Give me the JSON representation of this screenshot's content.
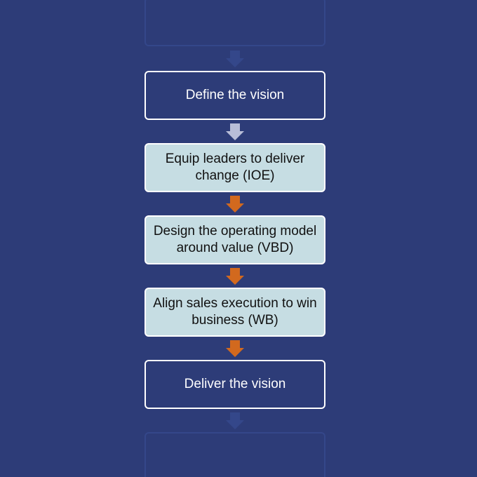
{
  "flow": {
    "steps": [
      {
        "label": "Define the vision"
      },
      {
        "label": "Equip leaders to deliver change (IOE)"
      },
      {
        "label": "Design the operating model around value (VBD)"
      },
      {
        "label": "Align sales execution to win business (WB)"
      },
      {
        "label": "Deliver the vision"
      }
    ]
  },
  "colors": {
    "background": "#2d3c78",
    "dark_box_fill": "#2d3c78",
    "light_box_fill": "#c6dde3",
    "box_border": "#ffffff",
    "arrow_grey": "#b9bed8",
    "arrow_orange": "#d2691e",
    "faint_element": "#34478a"
  }
}
